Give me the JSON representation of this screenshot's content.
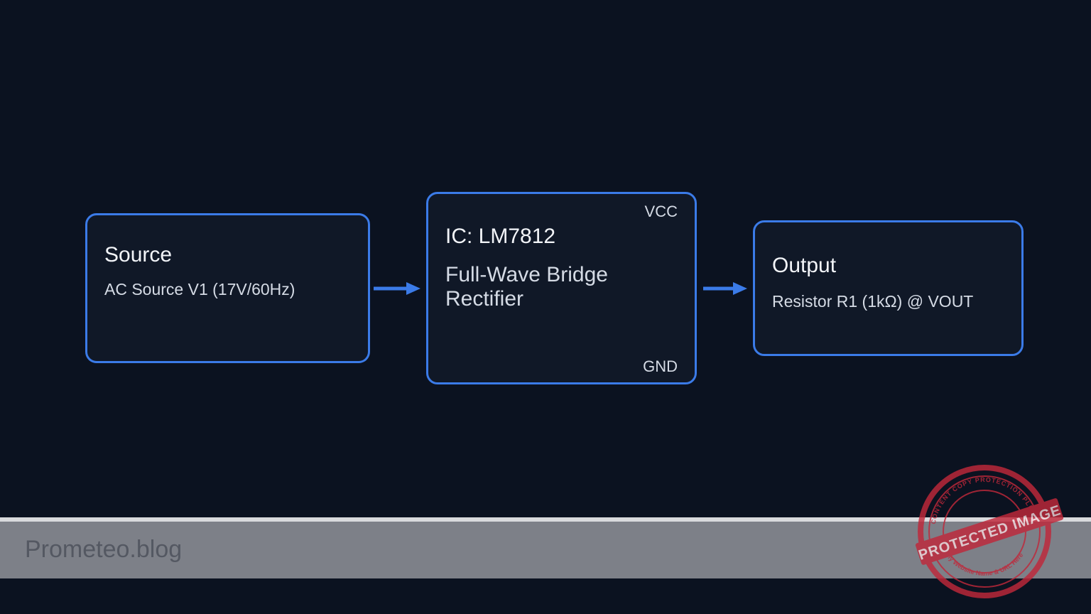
{
  "diagram": {
    "source": {
      "title": "Source",
      "subtitle": "AC Source V1 (17V/60Hz)"
    },
    "ic": {
      "title": "IC: LM7812",
      "subtitle": "Full-Wave Bridge Rectifier",
      "pin_top": "VCC",
      "pin_bottom": "GND"
    },
    "output": {
      "title": "Output",
      "subtitle": "Resistor R1 (1kΩ) @ VOUT"
    },
    "colors": {
      "background": "#0b1220",
      "block_fill": "#101827",
      "accent": "#3b7be8",
      "footer_band": "#7d8088",
      "stamp": "#c0283a"
    }
  },
  "footer": {
    "brand": "Prometeo.blog"
  },
  "watermark": {
    "main_text": "PROTECTED IMAGE",
    "ring_top_text": "CONTENT COPY PROTECTION PLUGIN",
    "ring_bottom_text": "My Website Name & URL Here"
  }
}
